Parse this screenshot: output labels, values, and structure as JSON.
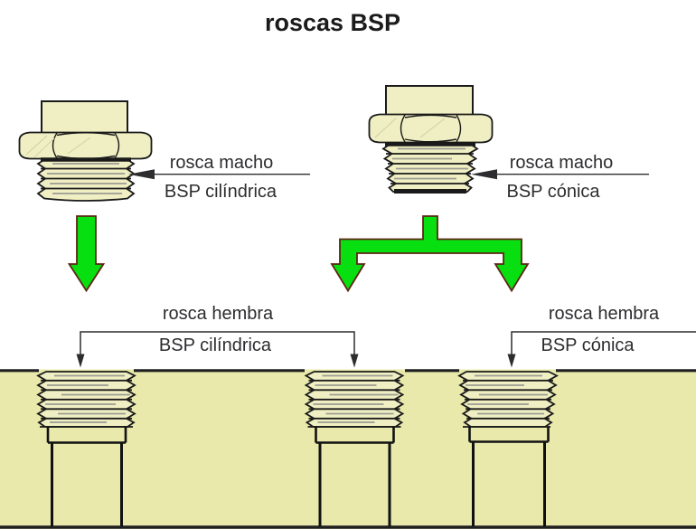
{
  "title": "roscas BSP",
  "colors": {
    "background": "#ffffff",
    "brass": "#f0efc3",
    "block": "#e8e9aa",
    "outline": "#1a1a1a",
    "text": "#2d2d30",
    "arrow_green": "#07df10",
    "arrow_outline": "#5f2414"
  },
  "top_labels": {
    "male_cylindrical": {
      "line1": "rosca macho",
      "line2": "BSP cilíndrica"
    },
    "male_conical": {
      "line1": "rosca macho",
      "line2": "BSP cónica"
    }
  },
  "bottom_labels": {
    "female_cylindrical": {
      "line1": "rosca hembra",
      "line2": "BSP cilíndrica"
    },
    "female_conical": {
      "line1": "rosca hembra",
      "line2": "BSP cónica"
    }
  }
}
